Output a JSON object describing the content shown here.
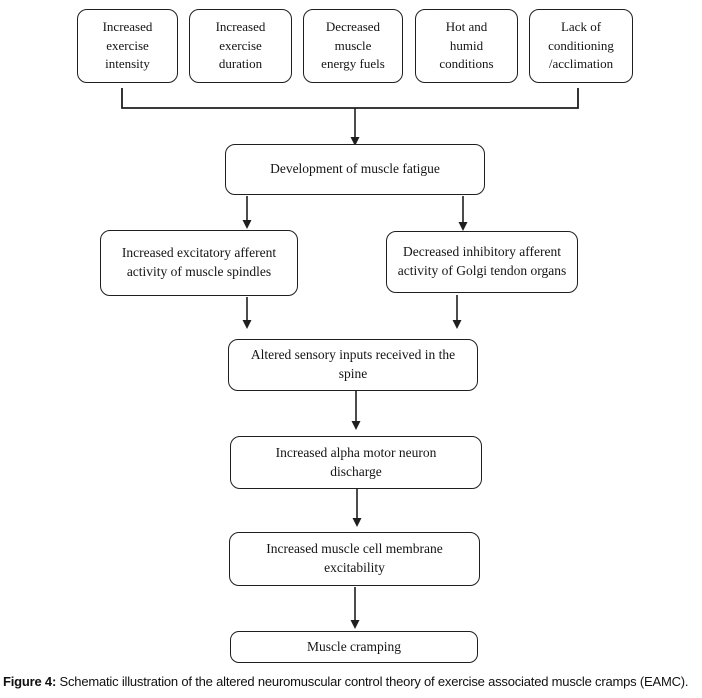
{
  "figure": {
    "caption_prefix": "Figure 4:",
    "caption_text": " Schematic illustration of the altered neuromuscular control theory of exercise associated muscle cramps (EAMC)."
  },
  "flowchart": {
    "causes": [
      {
        "label": "Increased\nexercise\nintensity"
      },
      {
        "label": "Increased\nexercise\nduration"
      },
      {
        "label": "Decreased\nmuscle\nenergy fuels"
      },
      {
        "label": "Hot and\nhumid\nconditions"
      },
      {
        "label": "Lack of\nconditioning\n/acclimation"
      }
    ],
    "nodes": {
      "fatigue": "Development of muscle fatigue",
      "spindles": "Increased excitatory afferent\nactivity of muscle spindles",
      "golgi": "Decreased inhibitory afferent\nactivity of Golgi tendon organs",
      "spine": "Altered sensory inputs received in the\nspine",
      "alpha": "Increased alpha motor neuron\ndischarge",
      "membrane": "Increased muscle cell membrane\nexcitability",
      "cramp": "Muscle cramping"
    }
  },
  "colors": {
    "border": "#1f1f1f",
    "line": "#1f1f1f",
    "text": "#141414",
    "background": "#ffffff"
  }
}
